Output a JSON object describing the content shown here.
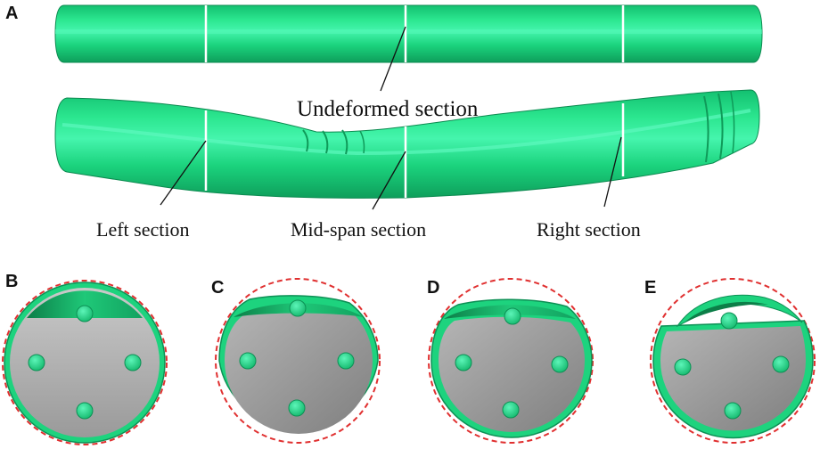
{
  "figure": {
    "panels": [
      {
        "id": "A",
        "letter": "A"
      },
      {
        "id": "B",
        "letter": "B"
      },
      {
        "id": "C",
        "letter": "C"
      },
      {
        "id": "D",
        "letter": "D"
      },
      {
        "id": "E",
        "letter": "E"
      }
    ],
    "labels": {
      "undeformed": "Undeformed section",
      "left": "Left section",
      "mid": "Mid-span section",
      "right": "Right section"
    },
    "colors": {
      "pipe": "#19d77e",
      "pipe_highlight": "#3ef0a4",
      "pipe_dark": "#0fa862",
      "cut_face": "#b8b8b8",
      "cut_face_dark": "#8e8e8e",
      "dashed_outline": "#e03030"
    }
  }
}
